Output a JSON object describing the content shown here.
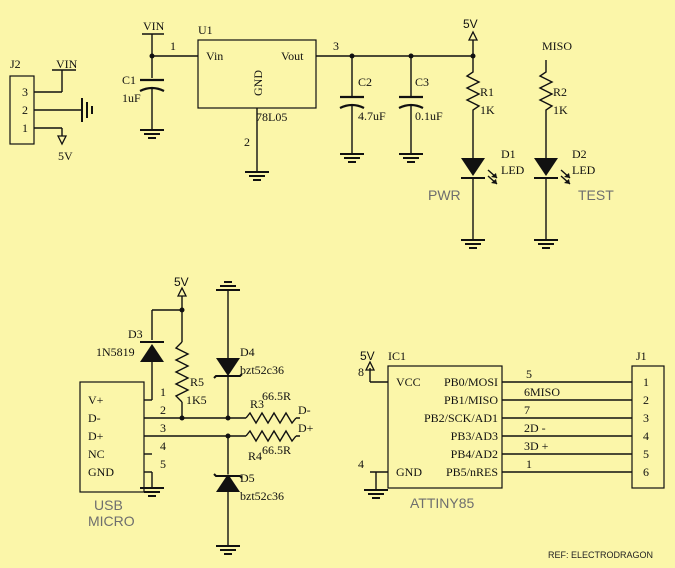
{
  "connector_j2": {
    "ref": "J2",
    "pins": [
      "3",
      "2",
      "1"
    ],
    "net_vin": "VIN",
    "net_5v": "5V"
  },
  "regulator": {
    "ref": "U1",
    "part": "78L05",
    "vin_label": "Vin",
    "vout_label": "Vout",
    "gnd_label": "GND",
    "pin1": "1",
    "pin2": "2",
    "pin3": "3"
  },
  "nets": {
    "vin_top": "VIN",
    "five_v_top": "5V",
    "miso_top": "MISO",
    "five_v_usb": "5V",
    "five_v_ic": "5V"
  },
  "c1": {
    "ref": "C1",
    "value": "1uF"
  },
  "c2": {
    "ref": "C2",
    "value": "4.7uF"
  },
  "c3": {
    "ref": "C3",
    "value": "0.1uF"
  },
  "r1": {
    "ref": "R1",
    "value": "1K"
  },
  "r2": {
    "ref": "R2",
    "value": "1K"
  },
  "d1": {
    "ref": "D1",
    "value": "LED",
    "caption": "PWR"
  },
  "d2": {
    "ref": "D2",
    "value": "LED",
    "caption": "TEST"
  },
  "d3": {
    "ref": "D3",
    "value": "1N5819"
  },
  "r5": {
    "ref": "R5",
    "value": "1K5"
  },
  "d4": {
    "ref": "D4",
    "value": "bzt52c36"
  },
  "d5": {
    "ref": "D5",
    "value": "bzt52c36"
  },
  "r3": {
    "ref": "R3",
    "value": "66.5R",
    "net": "D-"
  },
  "r4": {
    "ref": "R4",
    "value": "66.5R",
    "net": "D+"
  },
  "usb": {
    "pins": [
      "V+",
      "D-",
      "D+",
      "NC",
      "GND"
    ],
    "numbers": [
      "1",
      "2",
      "3",
      "4",
      "5"
    ],
    "caption1": "USB",
    "caption2": "MICRO"
  },
  "ic1": {
    "ref": "IC1",
    "part": "ATTINY85",
    "vcc": "VCC",
    "gnd": "GND",
    "vcc_pin": "8",
    "gnd_pin": "4",
    "pins": [
      "PB0/MOSI",
      "PB1/MISO",
      "PB2/SCK/AD1",
      "PB3/AD3",
      "PB4/AD2",
      "PB5/nRES"
    ]
  },
  "wire_labels": [
    "5",
    "6MISO",
    "7",
    "2D -",
    "3D +",
    "1"
  ],
  "j1": {
    "ref": "J1",
    "pins": [
      "1",
      "2",
      "3",
      "4",
      "5",
      "6"
    ]
  },
  "footer": {
    "ref_text": "REF: ELECTRODRAGON"
  }
}
